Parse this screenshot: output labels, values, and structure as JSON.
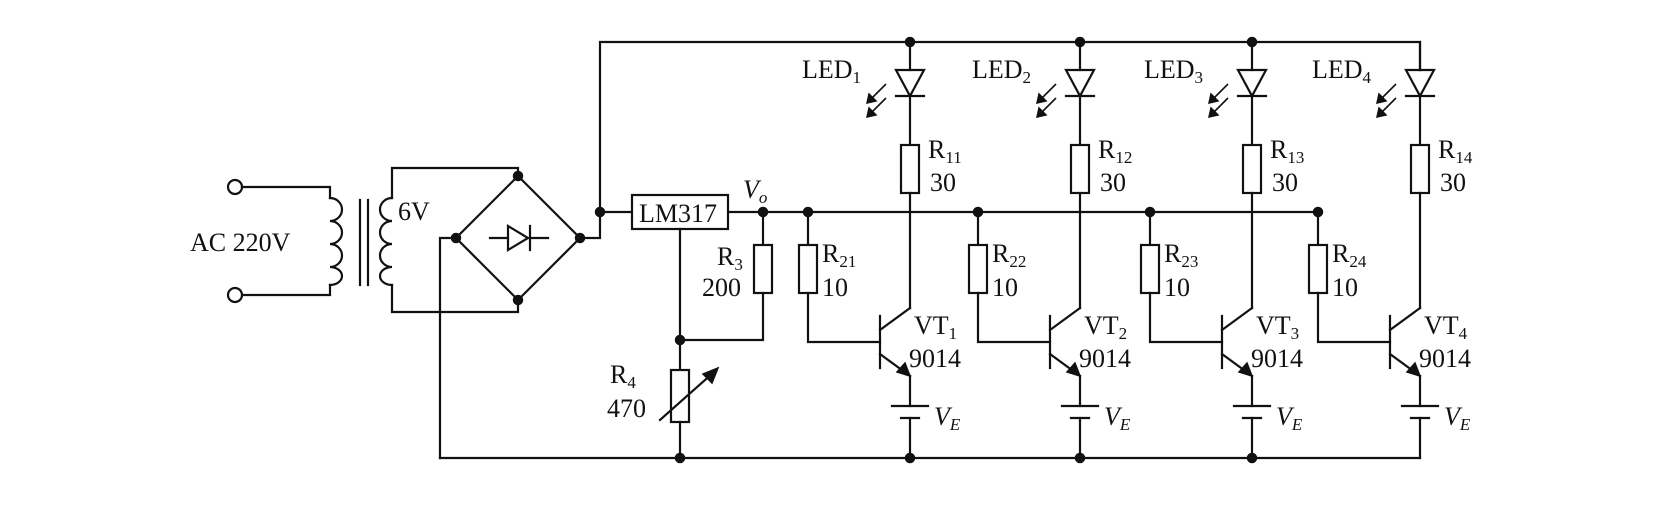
{
  "source": {
    "label": "AC 220V",
    "secondary_label": "6V"
  },
  "regulator": {
    "label": "LM317",
    "output_label_main": "V",
    "output_label_sub": "o"
  },
  "resistors": {
    "r3": {
      "name": "R",
      "sub": "3",
      "value": "200"
    },
    "r4": {
      "name": "R",
      "sub": "4",
      "value": "470"
    }
  },
  "channels": [
    {
      "led_main": "LED",
      "led_sub": "1",
      "rc_main": "R",
      "rc_sub": "11",
      "rc_value": "30",
      "rb_main": "R",
      "rb_sub": "21",
      "rb_value": "10",
      "vt_main": "VT",
      "vt_sub": "1",
      "vt_model": "9014",
      "ve_main": "V",
      "ve_sub": "E"
    },
    {
      "led_main": "LED",
      "led_sub": "2",
      "rc_main": "R",
      "rc_sub": "12",
      "rc_value": "30",
      "rb_main": "R",
      "rb_sub": "22",
      "rb_value": "10",
      "vt_main": "VT",
      "vt_sub": "2",
      "vt_model": "9014",
      "ve_main": "V",
      "ve_sub": "E"
    },
    {
      "led_main": "LED",
      "led_sub": "3",
      "rc_main": "R",
      "rc_sub": "13",
      "rc_value": "30",
      "rb_main": "R",
      "rb_sub": "23",
      "rb_value": "10",
      "vt_main": "VT",
      "vt_sub": "3",
      "vt_model": "9014",
      "ve_main": "V",
      "ve_sub": "E"
    },
    {
      "led_main": "LED",
      "led_sub": "4",
      "rc_main": "R",
      "rc_sub": "14",
      "rc_value": "30",
      "rb_main": "R",
      "rb_sub": "24",
      "rb_value": "10",
      "vt_main": "VT",
      "vt_sub": "4",
      "vt_model": "9014",
      "ve_main": "V",
      "ve_sub": "E"
    }
  ]
}
